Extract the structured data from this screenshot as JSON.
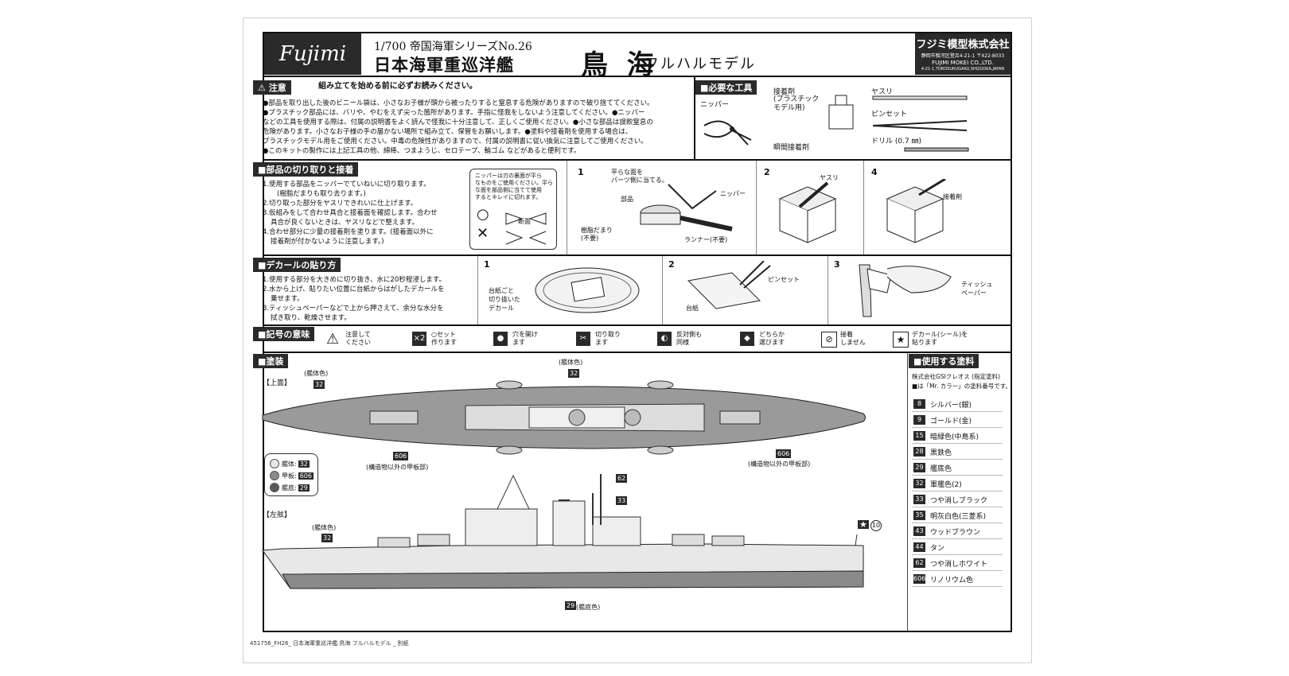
{
  "header": {
    "logo": "Fujimi",
    "scale": "1/700 帝国海軍シリーズNo.26",
    "title": "日本海軍重巡洋艦",
    "ship_name": "鳥 海",
    "model_type": "フルハルモデル",
    "maker": {
      "name": "フジミ模型株式会社",
      "address_jp": "静岡市駿河区登呂4-21-1 〒422-8033",
      "name_en": "FUJIMI MOKEI CO.,LTD.",
      "address_en": "4-21-1,TOROSURUGAKU,SHIZUOKA,JAPAN"
    }
  },
  "caution": {
    "heading": "注意",
    "subheading": "組み立てを始める前に必ずお読みください。",
    "lines": [
      "●部品を取り出した後のビニール袋は、小さなお子様が頭から被ったりすると窒息する危険がありますので破り捨ててください。",
      "●プラスチック部品には、バリや、やむをえず尖った箇所があります。手指に怪我をしないよう注意してください。●ニッパー",
      "などの工具を使用する際は、付属の説明書をよく読んで怪我に十分注意して、正しくご使用ください。●小さな部品は誤飲窒息の",
      "危険があります。小さなお子様の手の届かない場所で組み立て、保管をお願いします。●塗料や接着剤を使用する場合は、",
      "プラスチックモデル用をご使用ください。中毒の危険性がありますので、付属の説明書に従い換気に注意してご使用ください。",
      "●このキットの製作には上記工具の他、綿棒、つまようじ、セロテープ、輪ゴム などがあると便利です。"
    ]
  },
  "tools": {
    "heading": "必要な工具",
    "nipper": "ニッパー",
    "glue": "接着剤",
    "glue_note": "(プラスチック\nモデル用)",
    "instant_glue": "瞬間接着剤",
    "file": "ヤスリ",
    "tweezers": "ピンセット",
    "drill": "ドリル (0.7 ㎜)"
  },
  "cutting": {
    "heading": "部品の切り取りと接着",
    "steps": [
      "1.使用する部品をニッパーでていねいに切り取ります。",
      "(樹脂だまりも取り去ります。)",
      "2.切り取った部分をヤスリできれいに仕上げます。",
      "3.仮組みをして合わせ具合と接着面を確認します。合わせ",
      "具合が良くないときは、ヤスリなどで整えます。",
      "4.合わせ部分に少量の接着剤を塗ります。(接着面以外に",
      "接着剤が付かないように注意します。)"
    ],
    "nipper_note": "ニッパーは刃の裏面が平ら\nなものをご使用ください。平ら\nな面を部品側に当てて使用\nするとキレイに切れます。",
    "cross_section": "断面",
    "step1_note": "平らな面を\nパーツ側に当てる。",
    "step1_nipper": "ニッパー",
    "step1_part": "部品",
    "step1_resin": "樹脂だまり\n(不要)",
    "step1_runner": "ランナー(不要)",
    "step2_file": "ヤスリ",
    "step4_glue": "接着剤",
    "step_nums": [
      "1",
      "2",
      "4"
    ]
  },
  "decal": {
    "heading": "デカールの貼り方",
    "steps": [
      "1.使用する部分を大きめに切り抜き、水に20秒程浸します。",
      "2.水から上げ、貼りたい位置に台紙からはがしたデカールを",
      "乗せます。",
      "3.ティッシュペーパーなどで上から押さえて、余分な水分を",
      "拭き取り、乾燥させます。"
    ],
    "step1_label": "台紙ごと\n切り抜いた\nデカール",
    "step2_tweezers": "ピンセット",
    "step2_sheet": "台紙",
    "step3_tissue": "ティッシュ\nペーパー",
    "step_nums": [
      "1",
      "2",
      "3"
    ]
  },
  "symbols": {
    "heading": "記号の意味",
    "items": [
      {
        "icon": "warning-icon",
        "text": "注意して\nください"
      },
      {
        "icon": "times-2-icon",
        "text": "○セット\n作ります"
      },
      {
        "icon": "drill-hole-icon",
        "text": "穴を開け\nます"
      },
      {
        "icon": "cut-icon",
        "text": "切り取り\nます"
      },
      {
        "icon": "same-opposite-icon",
        "text": "反対側も\n同様"
      },
      {
        "icon": "choose-one-icon",
        "text": "どちらか\n選びます"
      },
      {
        "icon": "no-glue-icon",
        "text": "接着\nしません"
      },
      {
        "icon": "decal-star-icon",
        "text": "デカール(シール)を\n貼ります"
      }
    ]
  },
  "painting": {
    "heading": "塗装",
    "top_view": "【上面】",
    "side_view": "【左舷】",
    "hull_color_label": "(艦体色)",
    "deck_label": "(構造物以外の甲板部)",
    "bottom_label": "(艦底色)",
    "codes": [
      "32",
      "32",
      "606",
      "606",
      "62",
      "33",
      "33",
      "32",
      "29",
      "10"
    ],
    "legend": [
      {
        "swatch": "#e6e6e6",
        "label": "艦体:",
        "code": "32"
      },
      {
        "swatch": "#8a8a8a",
        "label": "甲板:",
        "code": "606"
      },
      {
        "swatch": "#5a5a5a",
        "label": "艦底:",
        "code": "29"
      }
    ]
  },
  "paints": {
    "heading": "使用する塗料",
    "note1": "株式会社GSIクレオス (指定塗料)",
    "note2": "■は「Mr. カラー」の塗料番号です。",
    "items": [
      {
        "code": "8",
        "name": "シルバー(銀)"
      },
      {
        "code": "9",
        "name": "ゴールド(金)"
      },
      {
        "code": "15",
        "name": "暗緑色(中島系)"
      },
      {
        "code": "28",
        "name": "黒鉄色"
      },
      {
        "code": "29",
        "name": "艦底色"
      },
      {
        "code": "32",
        "name": "軍艦色(2)"
      },
      {
        "code": "33",
        "name": "つや消しブラック"
      },
      {
        "code": "35",
        "name": "明灰白色(三菱系)"
      },
      {
        "code": "43",
        "name": "ウッドブラウン"
      },
      {
        "code": "44",
        "name": "タン"
      },
      {
        "code": "62",
        "name": "つや消しホワイト"
      },
      {
        "code": "606",
        "name": "リノリウム色"
      }
    ]
  },
  "footer": "451756_FH26_ 日本海軍重巡洋艦 鳥海 フルハルモデル _ 別紙"
}
